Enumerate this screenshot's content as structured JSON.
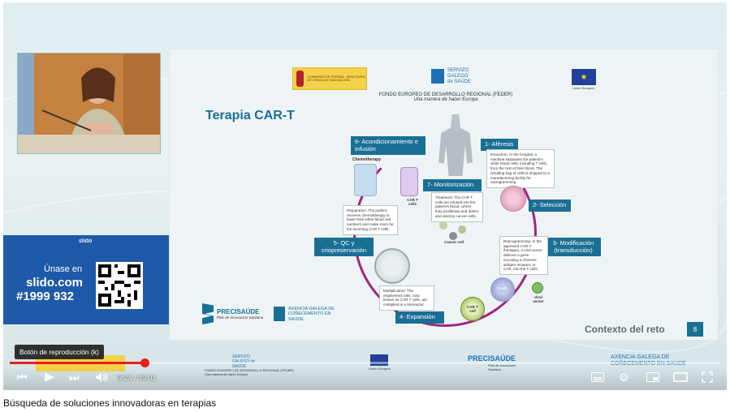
{
  "slido": {
    "brand": "slido",
    "line1": "Únase en",
    "line2": "slido.com",
    "line3": "#1999 932"
  },
  "slide": {
    "header": {
      "gov_text": "GOBIERNO DE ESPAÑA · MINISTERIO DE CIENCIA E INNOVACIÓN",
      "sergas_line1": "SERVIZO",
      "sergas_line2": "GALEGO",
      "sergas_line3": "de SAÚDE",
      "eu_label": "Unión Europea",
      "feder_line1": "FONDO EUROPEO DE DESARROLLO REGIONAL (FEDER)",
      "feder_line2": "Una manera de hacer Europa"
    },
    "title": "Terapia CAR-T",
    "steps": {
      "s1": "1- Aféresis",
      "s2": "2- Selección",
      "s3": "3- Modificación (transducción)",
      "s4": "4- Expansión",
      "s5": "5- QC y criopreservación",
      "s6": "6- Acondicionamiento e infusión",
      "s7": "7- Monitorización"
    },
    "notes": {
      "extraction": "Extraction: At the hospital, a machine separates the patient's white blood cells, including T cells, from the rest of their blood. The resulting bag of cells is shipped to a manufacturing facility for reprogramming.",
      "treatment": "Treatment: The CAR T cells are infused into the patient's blood, where they proliferate and detect and destroy cancer cells.",
      "preparation": "Preparation: The patient receives chemotherapy to lower their white blood cell numbers and make room for the incoming CAR T cells.",
      "reprogramming": "Reprogramming: In the approved CAR-T therapies, a viral vector delivers a gene encoding a chimeric antigen receptor, or CAR, into the T cells.",
      "multiplication": "Multiplication: The engineered cells, now known as CAR T cells, are multiplied in a bioreactor."
    },
    "labels": {
      "chemotherapy": "Chemotherapy",
      "car_t_cells": "CAR T cells",
      "cancer_cell": "Cancer cell",
      "t_cell": "T cell",
      "viral_vector": "Viral vector",
      "car_t": "CAR T cell"
    },
    "precisaude_title": "PRECISAÚDE",
    "precisaude_sub": "Plan de Innovación Sanitaria",
    "axencia": "AXENCIA GALEGA DE COÑECEMENTO EN SAÚDE",
    "context": "Contexto del reto",
    "page": "8"
  },
  "footer_logos": {
    "sergas": "SERVIZO GALEGO de SAÚDE",
    "feder": "FONDO EUROPEO DE DESARROLLO REGIONAL (FEDER)",
    "feder_sub": "Una manera de hacer Europa",
    "eu": "Unión Europea",
    "precisaude": "PRECISAÚDE",
    "precisaude_sub": "Plan de Innovación Sanitaria",
    "axencia": "AXENCIA GALEGA DE COÑECEMENTO EN SAÚDE"
  },
  "player": {
    "tooltip": "Botón de reproducción (k)",
    "current_time": "9:24",
    "duration": "49:01",
    "time_display": "9:24 / 49:01",
    "progress": 0.19
  },
  "caption": "Búsqueda de soluciones innovadoras en terapias",
  "colors": {
    "accent": "#1a6f95",
    "cycle": "#a1257b",
    "progress": "#e62117",
    "slido": "#1f5aa8"
  }
}
